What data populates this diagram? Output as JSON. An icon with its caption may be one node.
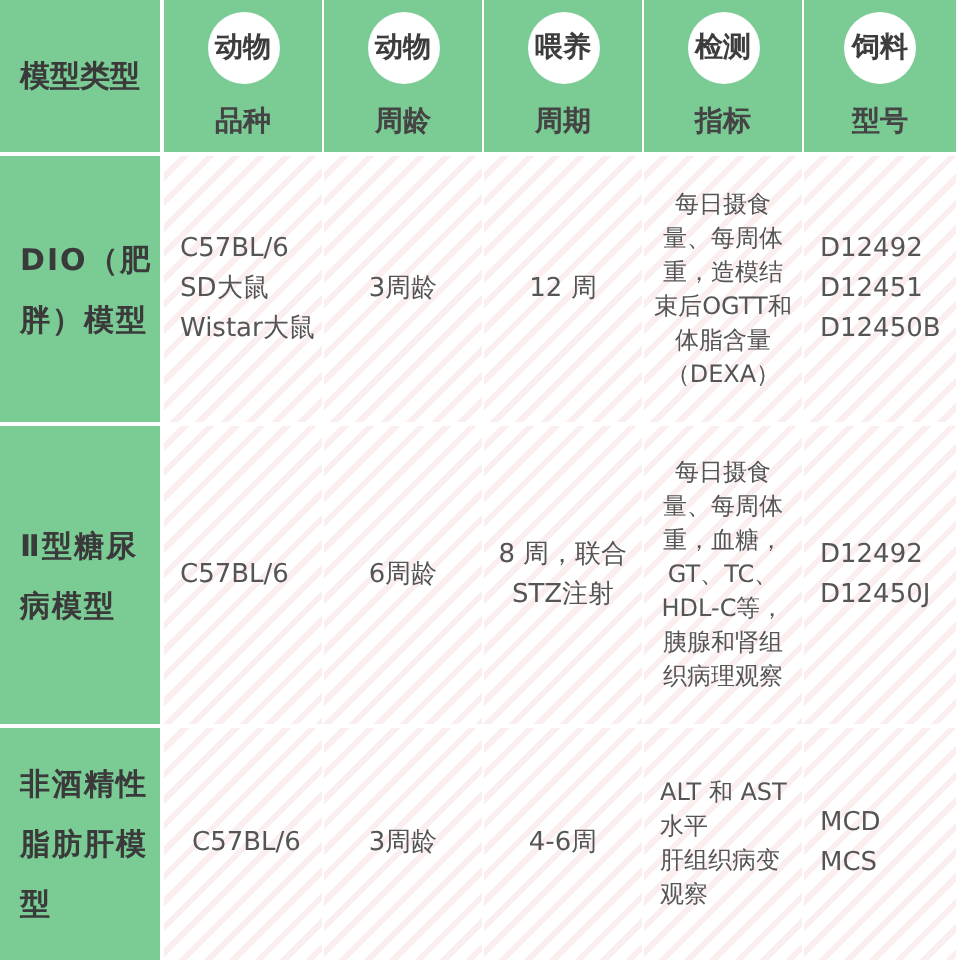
{
  "diagram": {
    "labels": [
      "模型类型",
      "动物",
      "品种",
      "动物",
      "周龄",
      "喂养",
      "周期",
      "检测",
      "指标",
      "饲料",
      "型号",
      "DIO（肥胖）模型",
      "C57BL/6",
      "SD大鼠",
      "Wistar大鼠",
      "3周龄",
      "12 周",
      "每日摄食量、每周体重，造模结束后OGTT和体脂含量（DEXA）",
      "D12492",
      "D12451",
      "D12450B",
      "Ⅱ型糖尿病模型",
      "C57BL/6",
      "6周龄",
      "8 周，联合STZ注射",
      "每日摄食量、每周体重，血糖，GT、TC、HDL-C等，胰腺和肾组织病理观察",
      "D12492",
      "D12450J",
      "非酒精性脂肪肝模型",
      "C57BL/6",
      "3周龄",
      "4-6周",
      "ALT 和 AST 水平",
      "肝组织病变观察",
      "MCD",
      "MCS"
    ]
  }
}
